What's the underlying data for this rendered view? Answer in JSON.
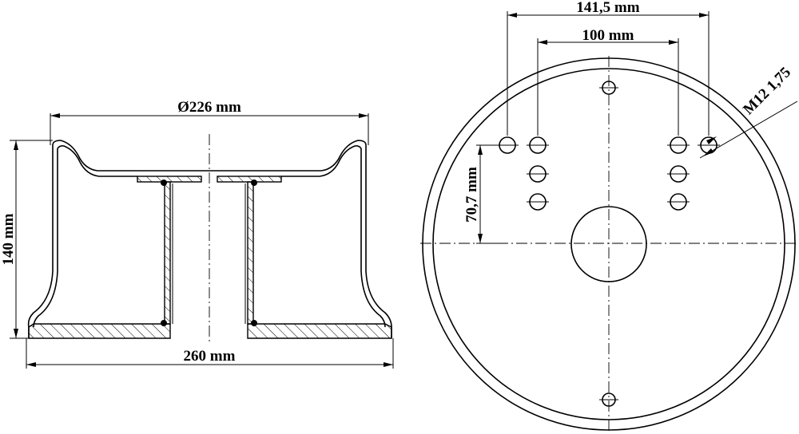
{
  "labels": {
    "diameter_top": "Ø226 mm",
    "height": "140 mm",
    "base_width": "260 mm",
    "outer_hole_spacing": "141,5 mm",
    "inner_hole_spacing": "100 mm",
    "hole_offset": "70,7 mm",
    "thread": "M12 1,75"
  }
}
